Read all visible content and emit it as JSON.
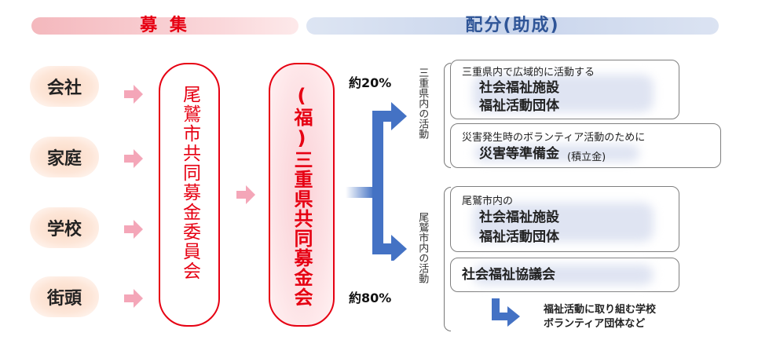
{
  "header": {
    "left_title": "募 集",
    "right_title": "配分(助成)"
  },
  "sources": [
    "会社",
    "家庭",
    "学校",
    "街頭"
  ],
  "committee": "尾鷲市共同募金委員会",
  "federation": "(福)三重県共同募金会",
  "percent_top": "約20%",
  "percent_bottom": "約80%",
  "mie": {
    "label": "三重県内の活動",
    "box1": {
      "caption": "三重県内で広域的に活動する",
      "line1": "社会福祉施設",
      "line2": "福祉活動団体"
    },
    "box2": {
      "caption": "災害発生時のボランティア活動のために",
      "main": "災害等準備金",
      "sub": "(積立金)"
    }
  },
  "owase": {
    "label": "尾鷲市内の活動",
    "box1": {
      "caption": "尾鷲市内の",
      "line1": "社会福祉施設",
      "line2": "福祉活動団体"
    },
    "box2": {
      "main": "社会福祉協議会"
    },
    "note_line1": "福祉活動に取り組む学校",
    "note_line2": "ボランティア団体など"
  },
  "colors": {
    "red": "#e60012",
    "blue_arrow": "#4472c4",
    "pink_arrow": "#f4a6b8",
    "pink_header": "#f8c6cb",
    "blue_header": "#d4deef"
  }
}
